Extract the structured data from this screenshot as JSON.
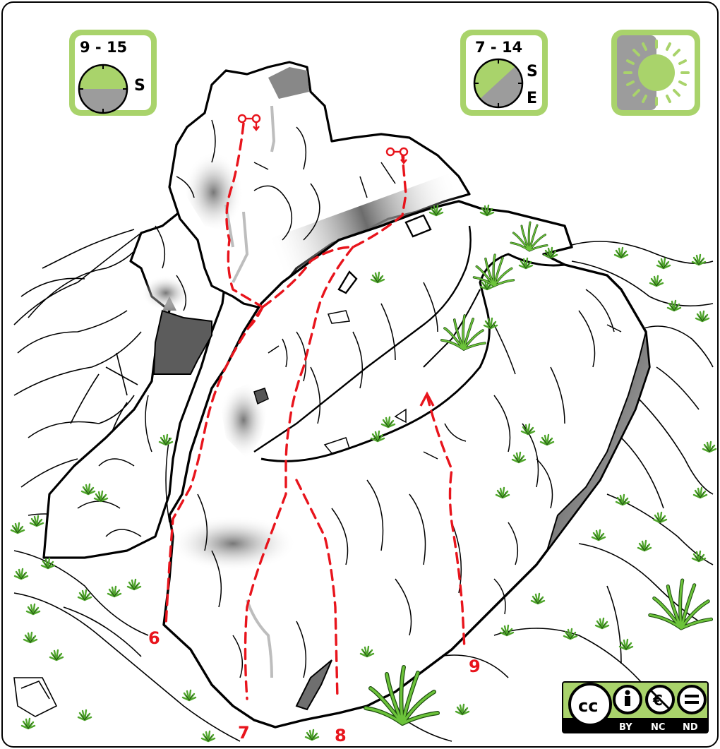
{
  "badges": {
    "sun_south": {
      "time": "9 - 15",
      "dir": "S"
    },
    "sun_southeast": {
      "time": "7 - 14",
      "dir1": "S",
      "dir2": "E"
    },
    "sun_icon": "sun-icon"
  },
  "routes": [
    {
      "number": "6"
    },
    {
      "number": "7"
    },
    {
      "number": "8"
    },
    {
      "number": "9"
    }
  ],
  "license": {
    "cc": "cc",
    "by": "BY",
    "nc": "NC",
    "nd": "ND"
  },
  "colors": {
    "route": "#e8141c",
    "badge_fill": "#a9d36b",
    "badge_border": "#9acb50",
    "grass": "#4fa52b",
    "shade": "#7d7d7d"
  }
}
